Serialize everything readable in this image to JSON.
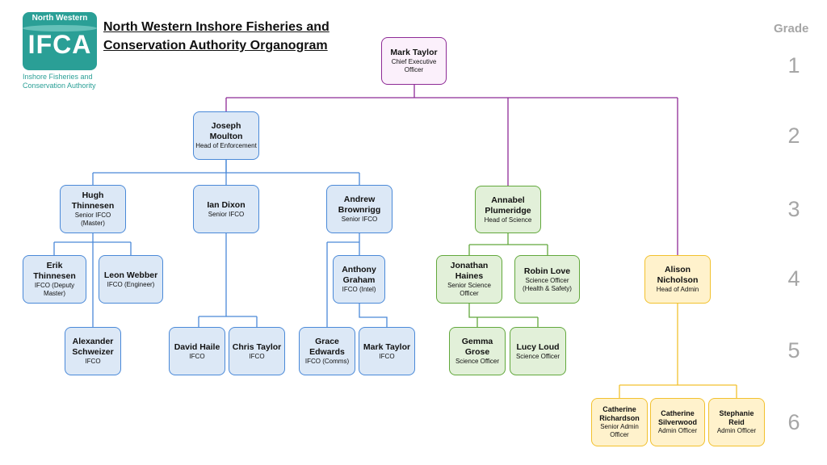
{
  "logo": {
    "top": "North Western",
    "main": "IFCA",
    "sub1": "Inshore Fisheries and",
    "sub2": "Conservation Authority"
  },
  "title": {
    "line1": "North Western Inshore Fisheries and",
    "line2": "Conservation Authority Organogram"
  },
  "grade_label": "Grade",
  "grades": [
    "1",
    "2",
    "3",
    "4",
    "5",
    "6"
  ],
  "colors": {
    "purple": "#8e2b96",
    "blue": "#4a89d8",
    "green": "#62a83c",
    "yellow": "#f2c12e"
  },
  "nodes": {
    "ceo": {
      "name": "Mark Taylor",
      "role": "Chief Executive Officer"
    },
    "joseph": {
      "name": "Joseph Moulton",
      "role": "Head of Enforcement"
    },
    "hugh": {
      "name": "Hugh Thinnesen",
      "role": "Senior IFCO (Master)"
    },
    "ian": {
      "name": "Ian Dixon",
      "role": "Senior IFCO"
    },
    "andrew": {
      "name": "Andrew Brownrigg",
      "role": "Senior IFCO"
    },
    "annabel": {
      "name": "Annabel Plumeridge",
      "role": "Head of Science"
    },
    "erik": {
      "name": "Erik Thinnesen",
      "role": "IFCO (Deputy Master)"
    },
    "leon": {
      "name": "Leon Webber",
      "role": "IFCO (Engineer)"
    },
    "anthony": {
      "name": "Anthony Graham",
      "role": "IFCO (Intel)"
    },
    "jonathan": {
      "name": "Jonathan Haines",
      "role": "Senior Science Officer"
    },
    "robin": {
      "name": "Robin Love",
      "role": "Science Officer (Health & Safety)"
    },
    "alison": {
      "name": "Alison Nicholson",
      "role": "Head of Admin"
    },
    "alexander": {
      "name": "Alexander Schweizer",
      "role": "IFCO"
    },
    "david": {
      "name": "David Haile",
      "role": "IFCO"
    },
    "chris": {
      "name": "Chris Taylor",
      "role": "IFCO"
    },
    "grace": {
      "name": "Grace Edwards",
      "role": "IFCO (Comms)"
    },
    "mark2": {
      "name": "Mark Taylor",
      "role": "IFCO"
    },
    "gemma": {
      "name": "Gemma Grose",
      "role": "Science Officer"
    },
    "lucy": {
      "name": "Lucy Loud",
      "role": "Science Officer"
    },
    "catherine_r": {
      "name": "Catherine Richardson",
      "role": "Senior Admin Officer"
    },
    "catherine_s": {
      "name": "Catherine Silverwood",
      "role": "Admin Officer"
    },
    "stephanie": {
      "name": "Stephanie Reid",
      "role": "Admin Officer"
    }
  }
}
